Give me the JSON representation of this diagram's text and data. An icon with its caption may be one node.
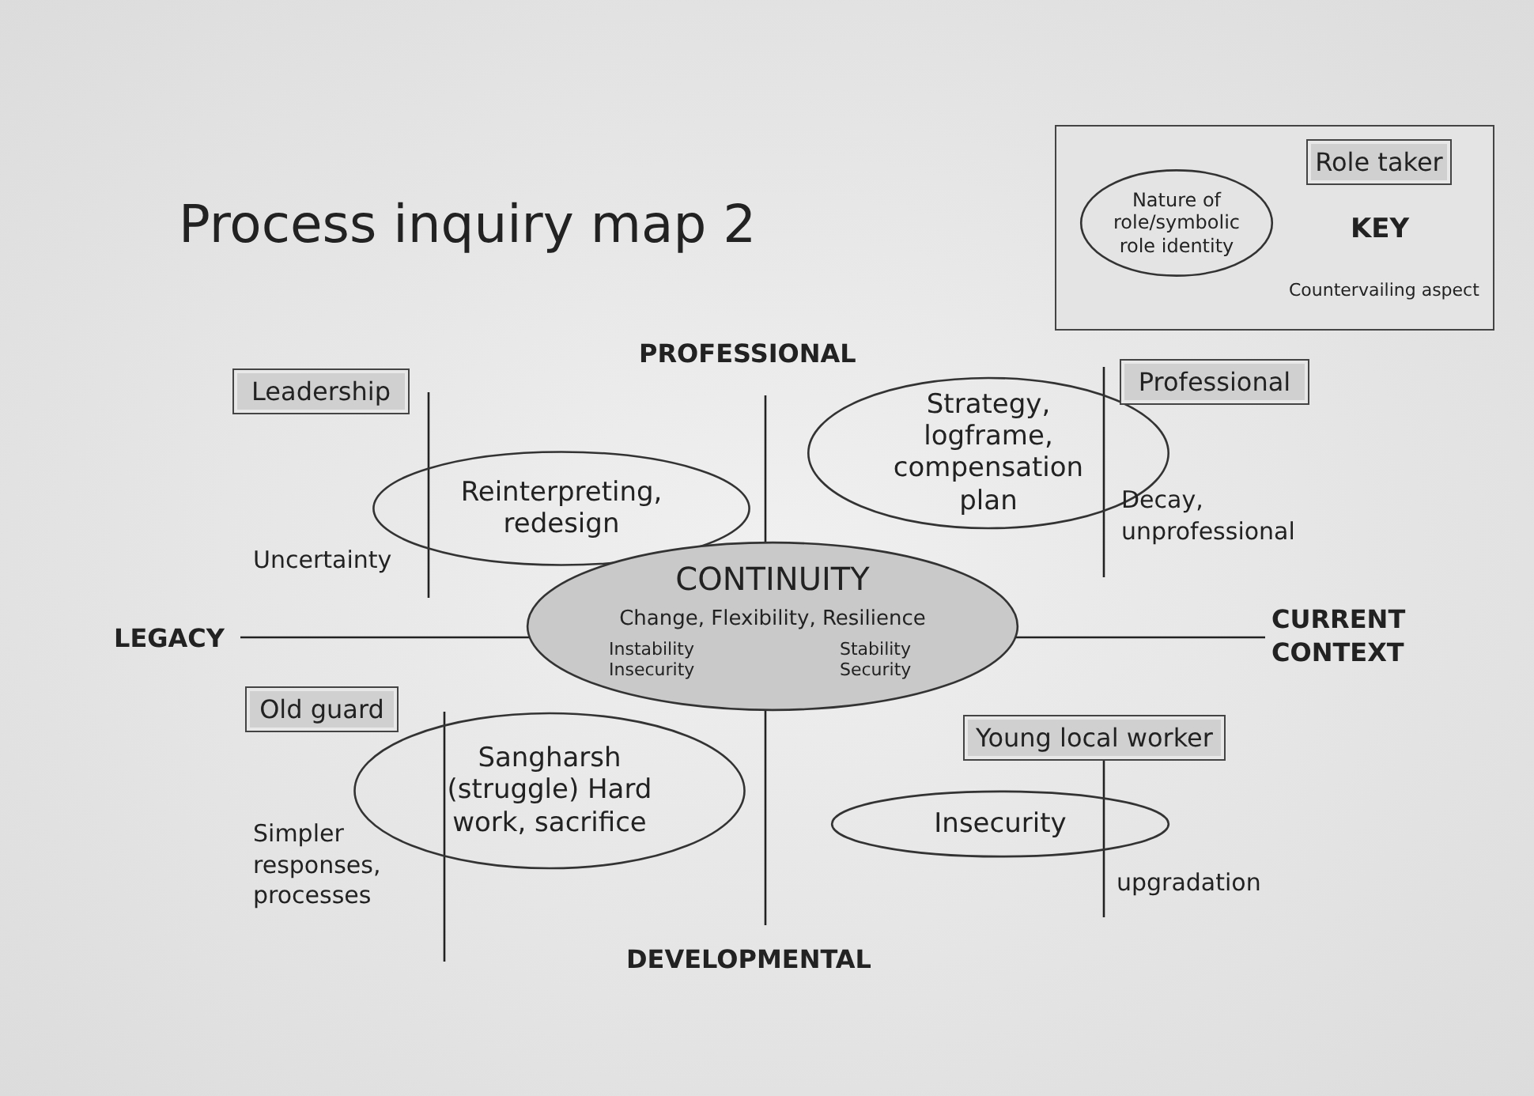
{
  "diagram": {
    "title": "Process inquiry map 2",
    "nodes": [
      {
        "text": [
          "KEY"
        ]
      },
      {
        "text": [
          "Nature of role/symbolic role identity"
        ],
        "in": 0
      },
      {
        "text": [
          "Role taker"
        ],
        "in": 0
      },
      {
        "text": [
          "Leadership"
        ]
      },
      {
        "text": [
          "Reinterpreting, redesign"
        ]
      },
      {
        "text": [
          "Strategy, logframe, compensation plan"
        ]
      },
      {
        "text": [
          "Professional"
        ]
      },
      {
        "text": [
          "CONTINUITY",
          "Change, Flexibility, Resilience",
          "Instability Insecurity",
          "Stability Security"
        ]
      },
      {
        "text": [
          "Old guard"
        ]
      },
      {
        "text": [
          "Sangharsh (struggle) Hard work, sacrifice"
        ]
      },
      {
        "text": [
          "Young local worker"
        ]
      },
      {
        "text": [
          "Insecurity"
        ]
      }
    ],
    "edges": [],
    "labels": [
      "Countervailing aspect",
      "PROFESSIONAL",
      "Uncertainty",
      "Decay, unprofessional",
      "LEGACY",
      "CURRENT CONTEXT",
      "Simpler responses, processes",
      "upgradation",
      "DEVELOPMENTAL"
    ]
  }
}
